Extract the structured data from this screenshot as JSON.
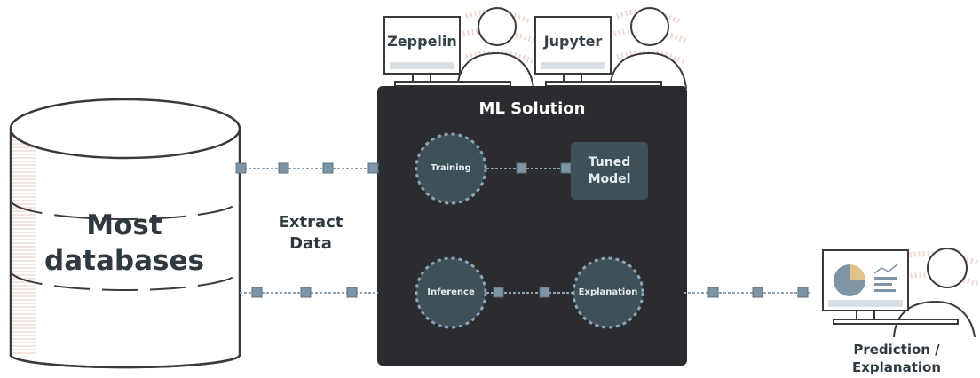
{
  "database": {
    "line1": "Most",
    "line2": "databases"
  },
  "extract": {
    "line1": "Extract",
    "line2": "Data"
  },
  "tools": [
    {
      "label": "Zeppelin"
    },
    {
      "label": "Jupyter"
    }
  ],
  "panel": {
    "title": "ML Solution"
  },
  "nodes": {
    "training": "Training",
    "tuned_line1": "Tuned",
    "tuned_line2": "Model",
    "inference": "Inference",
    "explanation": "Explanation"
  },
  "output": {
    "line1": "Prediction /",
    "line2": "Explanation"
  },
  "colors": {
    "panel": "#2a2c2f",
    "node": "#3e5058",
    "connector": "#7f95a6",
    "text": "#2f3a40"
  },
  "icons": [
    "database-cylinder-icon",
    "user-computer-icon",
    "chart-monitor-icon"
  ]
}
